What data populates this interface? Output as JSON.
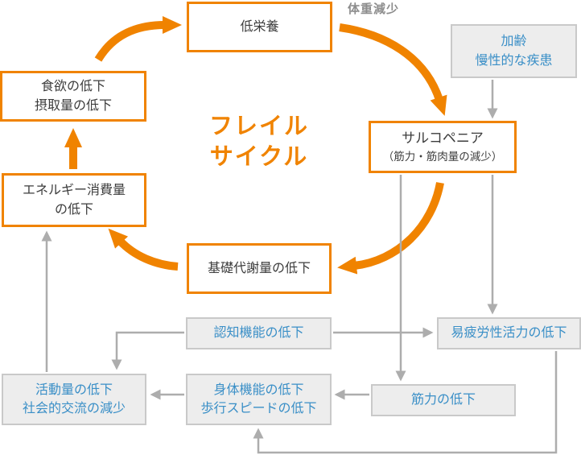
{
  "title": {
    "line1": "フレイル",
    "line2": "サイクル"
  },
  "annotations": {
    "weight_loss": "体重減少"
  },
  "boxes": {
    "malnutrition": {
      "label": "低栄養"
    },
    "appetite": {
      "line1": "食欲の低下",
      "line2": "摂取量の低下"
    },
    "energy": {
      "line1": "エネルギー消費量",
      "line2": "の低下"
    },
    "basal": {
      "label": "基礎代謝量の低下"
    },
    "sarcopenia": {
      "line1": "サルコペニア",
      "line2": "（筋力・筋肉量の減少）"
    },
    "aging": {
      "line1": "加齢",
      "line2": "慢性的な疾患"
    },
    "cognitive": {
      "label": "認知機能の低下"
    },
    "fatigue": {
      "label": "易疲労性活力の低下"
    },
    "activity": {
      "line1": "活動量の低下",
      "line2": "社会的交流の減少"
    },
    "physical": {
      "line1": "身体機能の低下",
      "line2": "歩行スピードの低下"
    },
    "muscle": {
      "label": "筋力の低下"
    }
  },
  "edges": [
    {
      "from": "食欲の低下 摂取量の低下",
      "to": "低栄養",
      "style": "orange-cycle"
    },
    {
      "from": "低栄養",
      "to": "サルコペニア",
      "style": "orange-cycle",
      "label": "体重減少"
    },
    {
      "from": "サルコペニア",
      "to": "基礎代謝量の低下",
      "style": "orange-cycle"
    },
    {
      "from": "基礎代謝量の低下",
      "to": "エネルギー消費量の低下",
      "style": "orange-cycle"
    },
    {
      "from": "エネルギー消費量の低下",
      "to": "食欲の低下 摂取量の低下",
      "style": "orange-cycle"
    },
    {
      "from": "加齢 慢性的な疾患",
      "to": "サルコペニア",
      "style": "gray"
    },
    {
      "from": "サルコペニア",
      "to": "易疲労性活力の低下",
      "style": "gray"
    },
    {
      "from": "サルコペニア",
      "to": "筋力の低下",
      "style": "gray"
    },
    {
      "from": "認知機能の低下",
      "to": "易疲労性活力の低下",
      "style": "gray"
    },
    {
      "from": "認知機能の低下",
      "to": "活動量の低下 社会的交流の減少",
      "style": "gray"
    },
    {
      "from": "筋力の低下",
      "to": "身体機能の低下 歩行スピードの低下",
      "style": "gray"
    },
    {
      "from": "易疲労性活力の低下",
      "to": "身体機能の低下 歩行スピードの低下",
      "style": "gray"
    },
    {
      "from": "身体機能の低下 歩行スピードの低下",
      "to": "活動量の低下 社会的交流の減少",
      "style": "gray"
    },
    {
      "from": "活動量の低下 社会的交流の減少",
      "to": "エネルギー消費量の低下",
      "style": "gray"
    }
  ],
  "colors": {
    "accent_orange": "#F08300",
    "text_blue": "#3A8FC7",
    "arrow_gray": "#ADADAD",
    "gray_box_bg": "#EDEDED",
    "gray_box_border": "#C9C9C9",
    "dark_text": "#3D3D3D",
    "weight_loss_gray": "#8D8D8D"
  }
}
